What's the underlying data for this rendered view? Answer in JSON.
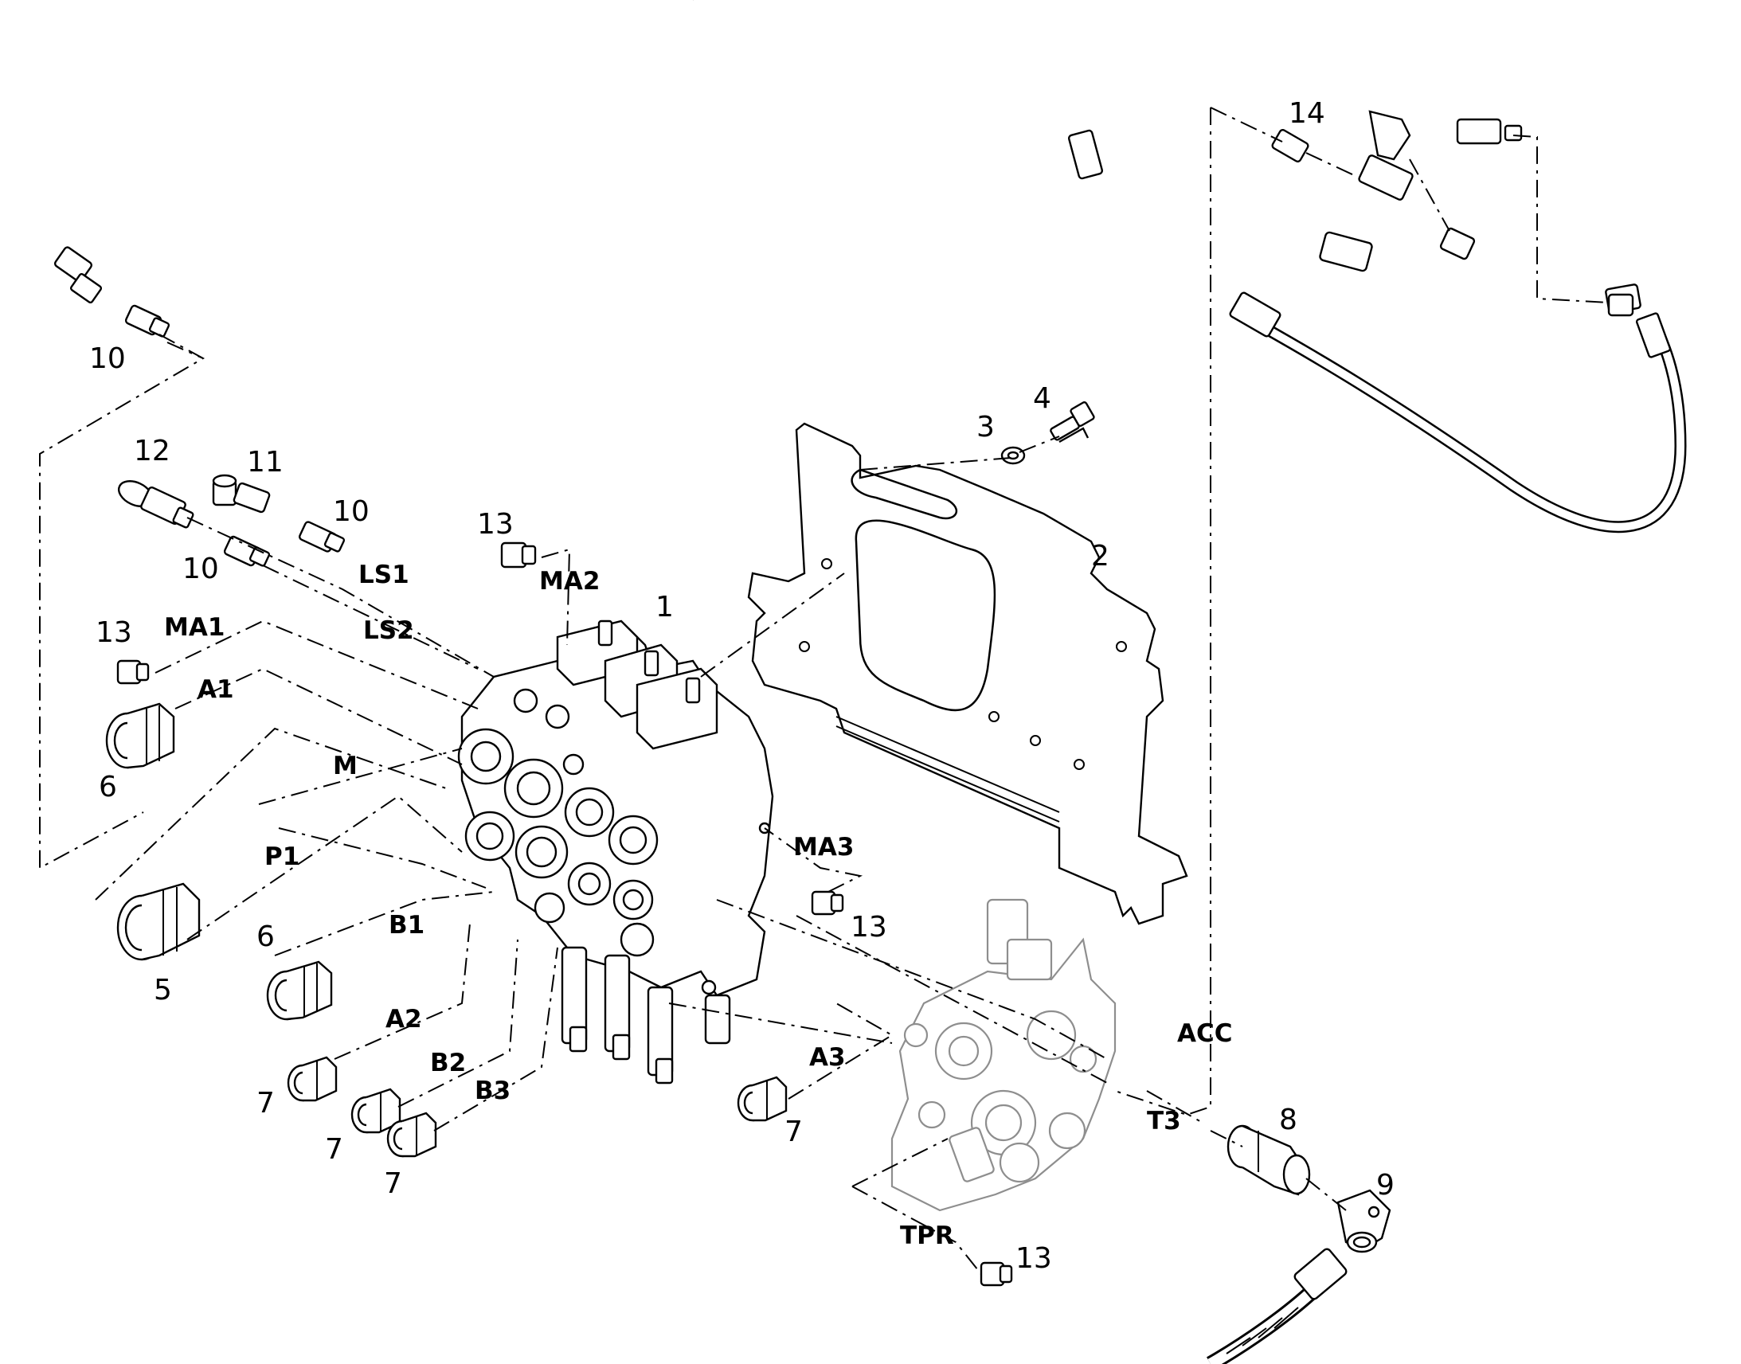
{
  "callouts": {
    "c1": "1",
    "c2": "2",
    "c3": "3",
    "c4": "4",
    "c5": "5",
    "c6a": "6",
    "c6b": "6",
    "c7a": "7",
    "c7b": "7",
    "c7c": "7",
    "c7d": "7",
    "c8": "8",
    "c9": "9",
    "c10a": "10",
    "c10b": "10",
    "c10c": "10",
    "c11": "11",
    "c12": "12",
    "c13a": "13",
    "c13b": "13",
    "c13c": "13",
    "c13d": "13",
    "c14": "14"
  },
  "ports": {
    "LS1": "LS1",
    "LS2": "LS2",
    "MA1": "MA1",
    "MA2": "MA2",
    "MA3": "MA3",
    "A1": "A1",
    "A2": "A2",
    "A3": "A3",
    "B1": "B1",
    "B2": "B2",
    "B3": "B3",
    "M": "M",
    "P1": "P1",
    "T3": "T3",
    "TPR": "TPR",
    "ACC": "ACC"
  }
}
